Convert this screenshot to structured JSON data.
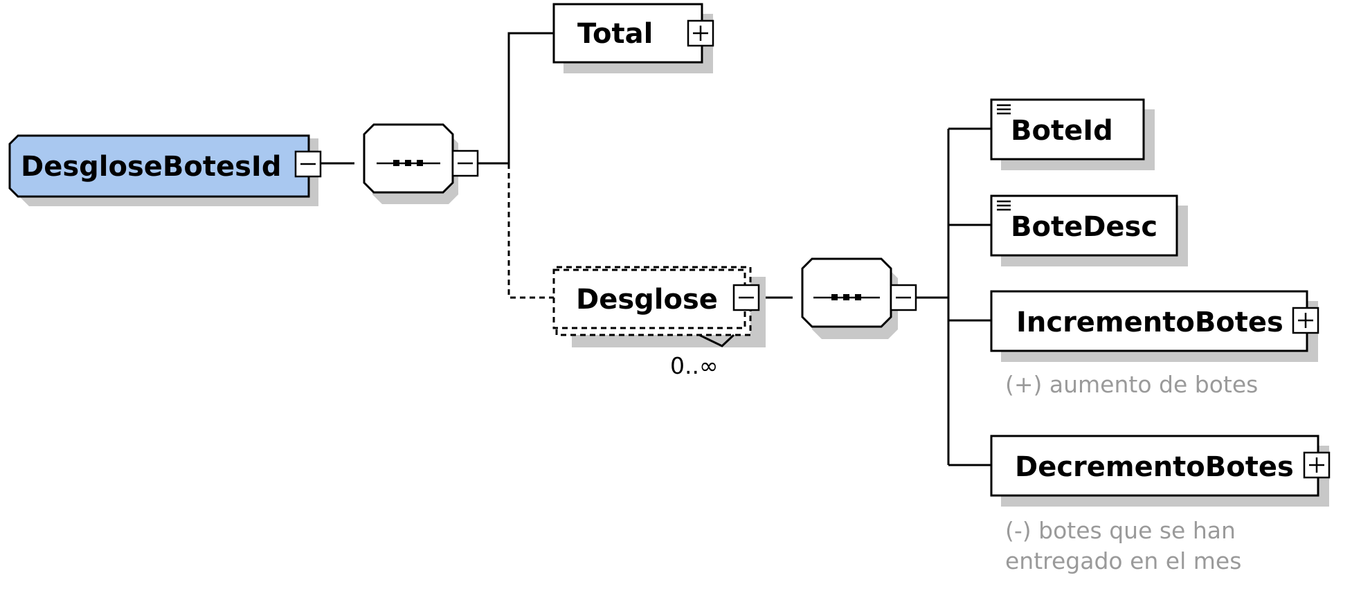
{
  "diagram": {
    "root": {
      "name": "DesgloseBotesId",
      "fill_color": "#a9c8f0"
    },
    "elements": {
      "total": {
        "name": "Total"
      },
      "desglose": {
        "name": "Desglose",
        "cardinality": "0..∞"
      },
      "bote_id": {
        "name": "BoteId"
      },
      "bote_desc": {
        "name": "BoteDesc"
      },
      "incremento_botes": {
        "name": "IncrementoBotes",
        "annotation": "(+) aumento de botes"
      },
      "decremento_botes": {
        "name": "DecrementoBotes",
        "annotation_lines": [
          "(-) botes que se han",
          "entregado en el mes"
        ]
      }
    },
    "compositors": {
      "root_sequence": {
        "type": "sequence"
      },
      "desglose_sequence": {
        "type": "sequence"
      }
    }
  }
}
